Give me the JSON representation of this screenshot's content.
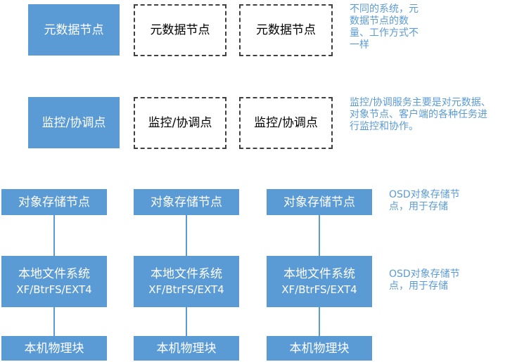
{
  "row1": {
    "primary": "元数据节点",
    "standby_a": "元数据节点",
    "standby_b": "元数据节点",
    "note": [
      "不同的系统，元",
      "数据节点的数",
      "量、工作方式不",
      "一样"
    ]
  },
  "row2": {
    "primary": "监控/协调点",
    "standby_a": "监控/协调点",
    "standby_b": "监控/协调点",
    "note": [
      "监控/协调服务主要是对元数据、",
      "对象节点、客户端的各种任务进",
      "行监控和协作。"
    ]
  },
  "columns": [
    {
      "osd": "对象存储节点",
      "fs_line1": "本地文件系统",
      "fs_line2": "XF/BtrFS/EXT4",
      "block": "本机物理块"
    },
    {
      "osd": "对象存储节点",
      "fs_line1": "本地文件系统",
      "fs_line2": "XF/BtrFS/EXT4",
      "block": "本机物理块"
    },
    {
      "osd": "对象存储节点",
      "fs_line1": "本地文件系统",
      "fs_line2": "XF/BtrFS/EXT4",
      "block": "本机物理块"
    }
  ],
  "osd_note": [
    "OSD对象存储节",
    "点，用于存储"
  ],
  "fs_note": [
    "OSD对象存储节",
    "点，用于存储"
  ],
  "colors": {
    "box_fill": "#5b9bd5",
    "dashed_border": "#404040",
    "note_text": "#5b9bd5"
  }
}
